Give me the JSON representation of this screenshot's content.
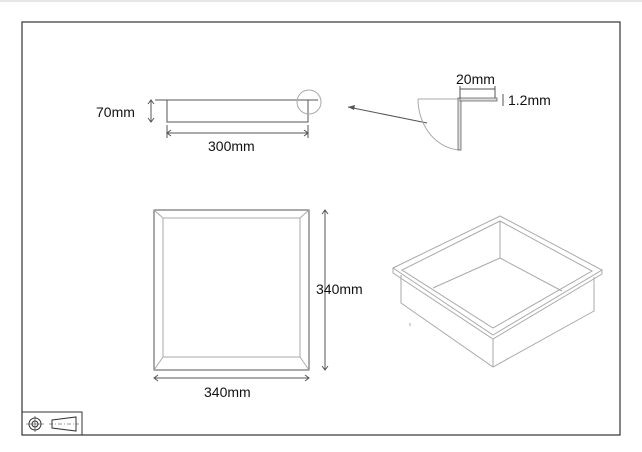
{
  "drawing": {
    "side_view": {
      "height_label": "70mm",
      "width_label": "300mm"
    },
    "detail_view": {
      "flange_label": "20mm",
      "thickness_label": "1.2mm"
    },
    "plan_view": {
      "height_label": "340mm",
      "width_label": "340mm"
    },
    "title_block": {
      "icons": [
        "projection-circle-icon",
        "projection-cone-icon"
      ]
    },
    "colors": {
      "line": "#555555",
      "light_line": "#aaaaaa",
      "frame": "#333333"
    }
  }
}
